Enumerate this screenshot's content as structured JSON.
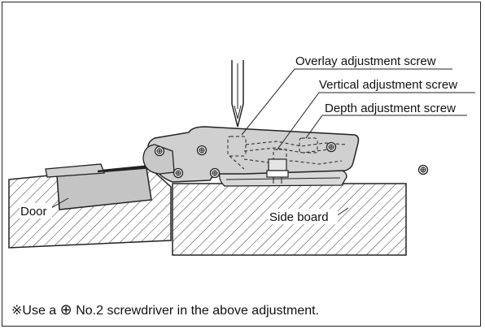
{
  "labels": {
    "overlay": "Overlay adjustment screw",
    "vertical": "Vertical adjustment screw",
    "depth": "Depth adjustment screw",
    "door": "Door",
    "side_board": "Side board"
  },
  "footnote": {
    "mark": "※",
    "prefix": "Use a",
    "phillips_icon": "phillips-head-icon",
    "phillips_glyph": "⊕",
    "suffix": "No.2 screwdriver in the above adjustment."
  },
  "colors": {
    "hinge_fill": "#d0d0d0",
    "mount_fill": "#c4c4c4",
    "line": "#222222"
  }
}
